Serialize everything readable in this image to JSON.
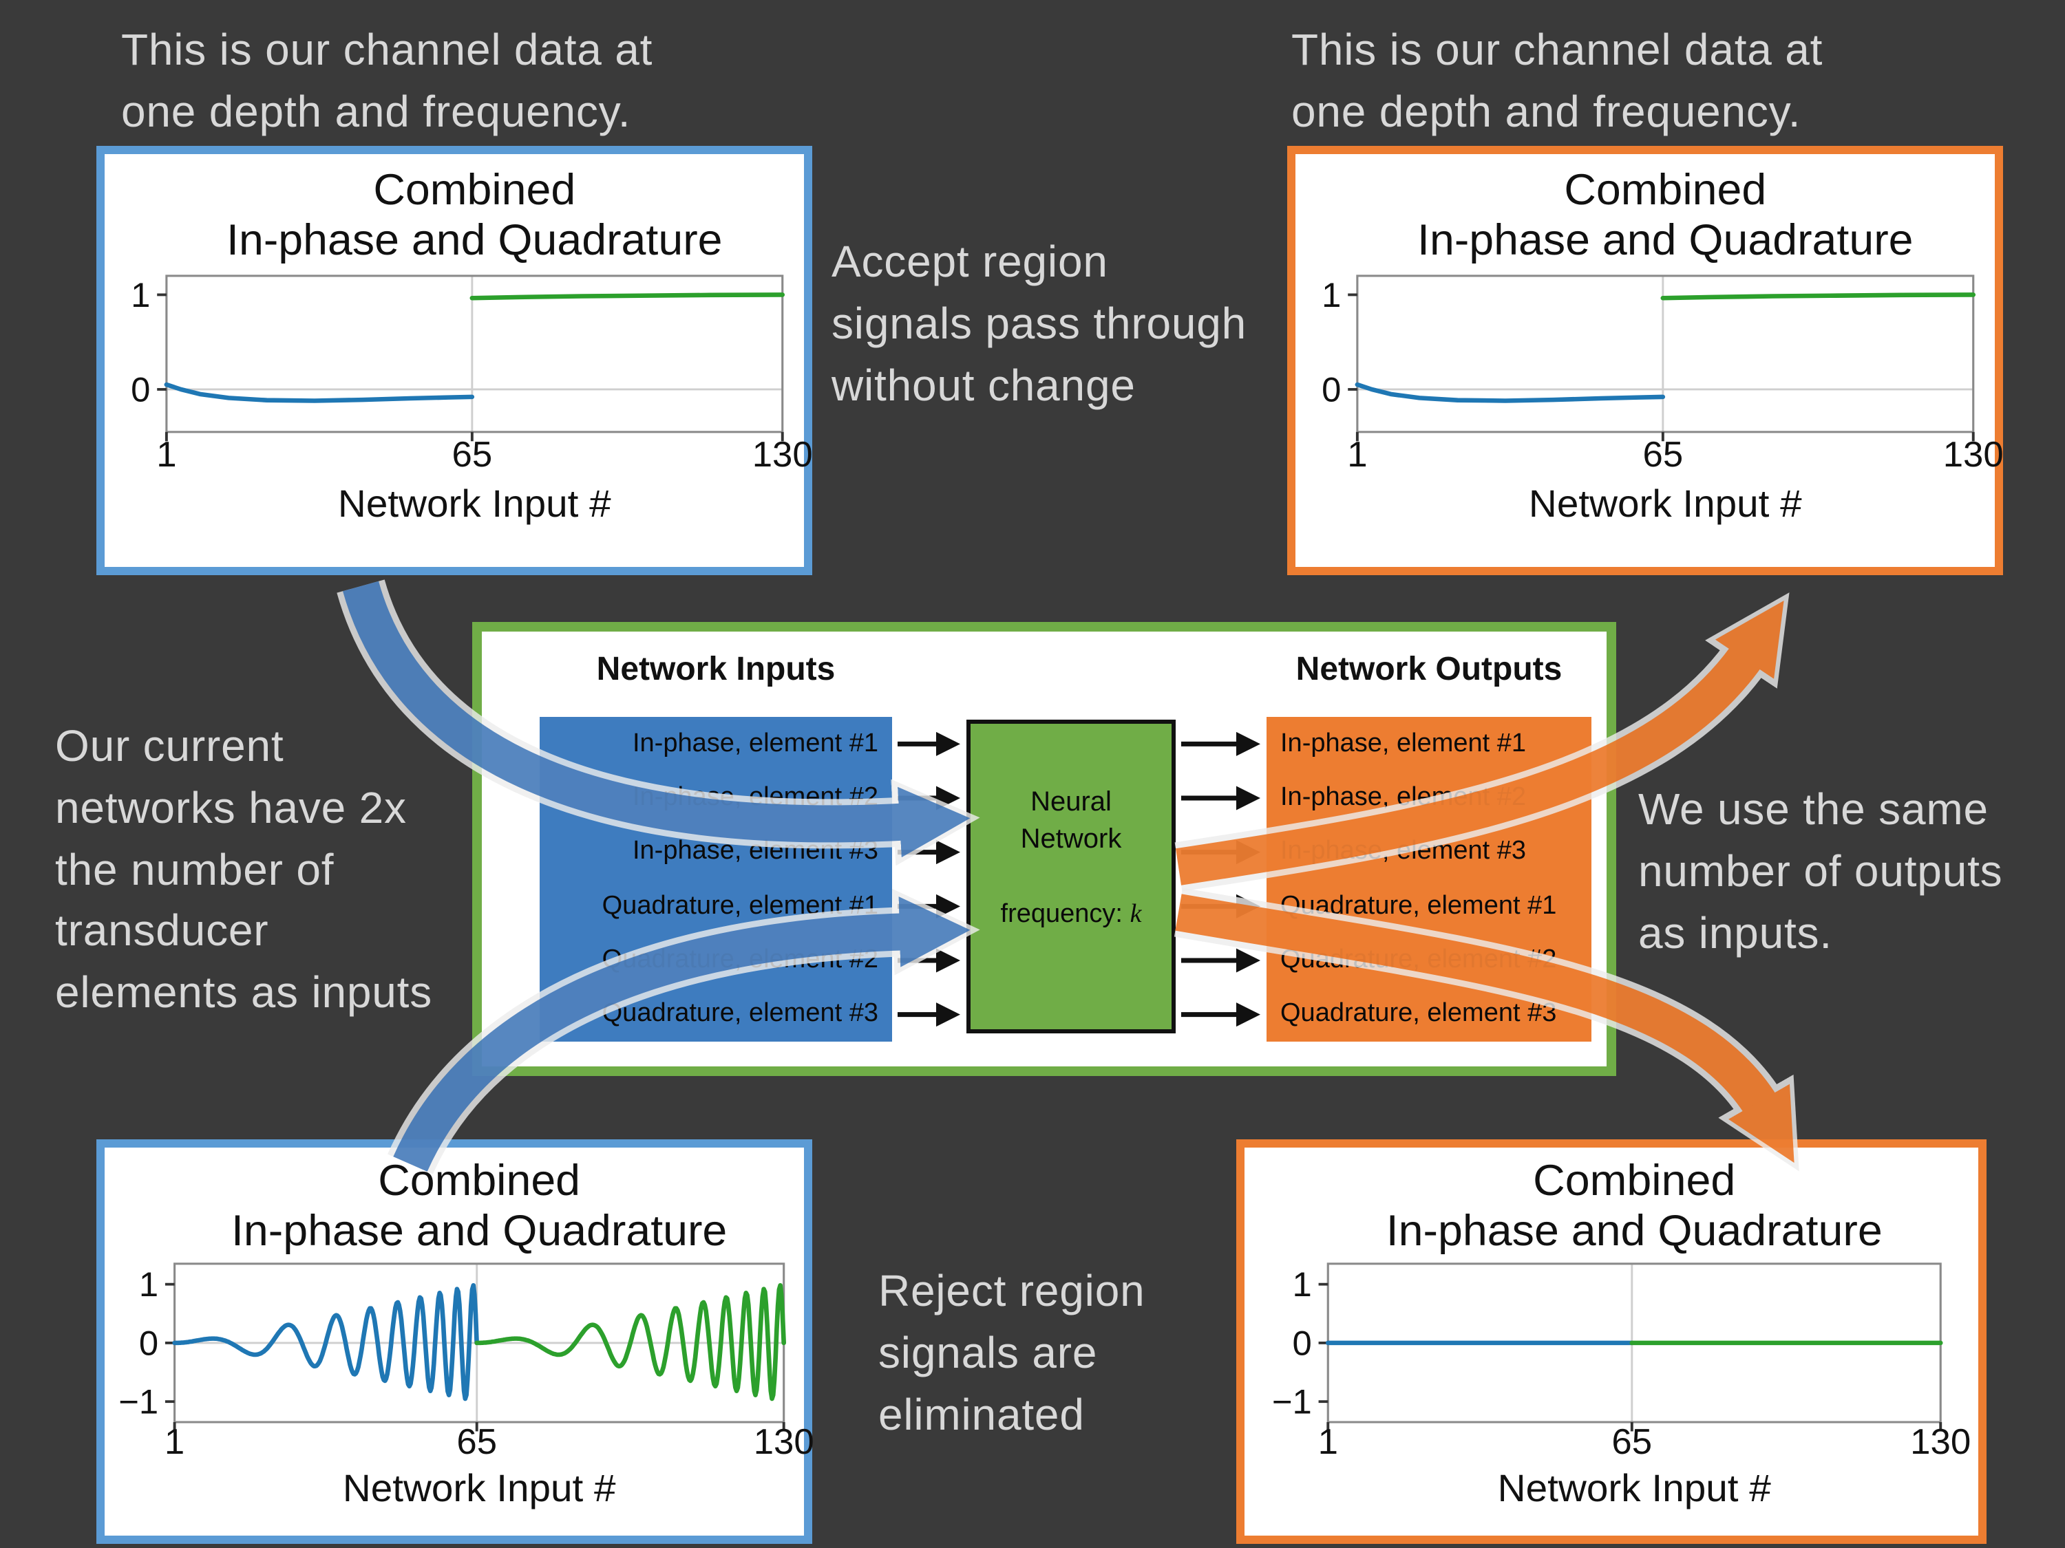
{
  "colors": {
    "background": "#3a3a3a",
    "caption_text": "#d8d8d8",
    "accent_blue": "#4f81bd",
    "accent_orange": "#ed7d31",
    "accent_green": "#70ad47",
    "inputs_box": "#3e7cbf",
    "outputs_box": "#ed7d31",
    "nn_box": "#70ad47",
    "io_arrow": "#111111",
    "swoosh_casing": "#ededed"
  },
  "captions": {
    "top_left": "This is our channel data at\none depth and frequency.",
    "top_right": "This is our channel data at\none depth and frequency.",
    "accept": "Accept region\nsignals pass through\nwithout change",
    "left": "Our current\nnetworks have 2x\nthe number of\ntransducer\nelements as inputs",
    "right": "We use the same\nnumber of outputs\nas inputs.",
    "reject": "Reject region\nsignals are\neliminated"
  },
  "network": {
    "inputs_label": "Network Inputs",
    "outputs_label": "Network Outputs",
    "node_label": "Neural\nNetwork",
    "frequency_label": "frequency:",
    "frequency_var": "k",
    "inputs": [
      "In-phase, element #1",
      "In-phase, element #2",
      "In-phase, element #3",
      "Quadrature, element #1",
      "Quadrature, element #2",
      "Quadrature, element #3"
    ],
    "outputs": [
      "In-phase, element #1",
      "In-phase, element #2",
      "In-phase, element #3",
      "Quadrature, element #1",
      "Quadrature, element #2",
      "Quadrature, element #3"
    ]
  },
  "chart_data": [
    {
      "id": "accept-region-input",
      "type": "line",
      "frame_color": "#5b9bd5",
      "title_lines": [
        "Combined",
        "In-phase and Quadrature"
      ],
      "xlabel": "Network Input #",
      "xlim": [
        1,
        130
      ],
      "ylim": [
        -0.45,
        1.2
      ],
      "xticks": [
        {
          "v": 1,
          "label": "1"
        },
        {
          "v": 65,
          "label": "65"
        },
        {
          "v": 130,
          "label": "130"
        }
      ],
      "yticks": [
        {
          "v": 1,
          "label": "1"
        },
        {
          "v": 0,
          "label": "0"
        }
      ],
      "grid_x": [
        65
      ],
      "grid_y": [
        0
      ],
      "series": [
        {
          "name": "in-phase",
          "color": "#1f77b4",
          "points": [
            [
              1,
              0.05
            ],
            [
              4,
              0
            ],
            [
              8,
              -0.05
            ],
            [
              14,
              -0.09
            ],
            [
              22,
              -0.115
            ],
            [
              32,
              -0.12
            ],
            [
              42,
              -0.11
            ],
            [
              52,
              -0.095
            ],
            [
              60,
              -0.085
            ],
            [
              65,
              -0.08
            ]
          ]
        },
        {
          "name": "quadrature",
          "color": "#2ca02c",
          "points": [
            [
              65,
              0.965
            ],
            [
              75,
              0.975
            ],
            [
              88,
              0.985
            ],
            [
              100,
              0.99
            ],
            [
              115,
              0.997
            ],
            [
              130,
              1.0
            ]
          ]
        }
      ]
    },
    {
      "id": "accept-region-output",
      "type": "line",
      "frame_color": "#ed7d31",
      "title_lines": [
        "Combined",
        "In-phase and Quadrature"
      ],
      "xlabel": "Network Input #",
      "xlim": [
        1,
        130
      ],
      "ylim": [
        -0.45,
        1.2
      ],
      "xticks": [
        {
          "v": 1,
          "label": "1"
        },
        {
          "v": 65,
          "label": "65"
        },
        {
          "v": 130,
          "label": "130"
        }
      ],
      "yticks": [
        {
          "v": 1,
          "label": "1"
        },
        {
          "v": 0,
          "label": "0"
        }
      ],
      "grid_x": [
        65
      ],
      "grid_y": [
        0
      ],
      "series": [
        {
          "name": "in-phase",
          "color": "#1f77b4",
          "points": [
            [
              1,
              0.05
            ],
            [
              4,
              0
            ],
            [
              8,
              -0.05
            ],
            [
              14,
              -0.09
            ],
            [
              22,
              -0.115
            ],
            [
              32,
              -0.12
            ],
            [
              42,
              -0.11
            ],
            [
              52,
              -0.095
            ],
            [
              60,
              -0.085
            ],
            [
              65,
              -0.08
            ]
          ]
        },
        {
          "name": "quadrature",
          "color": "#2ca02c",
          "points": [
            [
              65,
              0.965
            ],
            [
              75,
              0.975
            ],
            [
              88,
              0.985
            ],
            [
              100,
              0.99
            ],
            [
              115,
              0.997
            ],
            [
              130,
              1.0
            ]
          ]
        }
      ]
    },
    {
      "id": "reject-region-input",
      "type": "line",
      "frame_color": "#5b9bd5",
      "title_lines": [
        "Combined",
        "In-phase and Quadrature"
      ],
      "xlabel": "Network Input #",
      "xlim": [
        1,
        130
      ],
      "ylim": [
        -1.35,
        1.35
      ],
      "xticks": [
        {
          "v": 1,
          "label": "1"
        },
        {
          "v": 65,
          "label": "65"
        },
        {
          "v": 130,
          "label": "130"
        }
      ],
      "yticks": [
        {
          "v": 1,
          "label": "1"
        },
        {
          "v": 0,
          "label": "0"
        },
        {
          "v": -1,
          "label": "−1"
        }
      ],
      "grid_x": [
        65
      ],
      "grid_y": [
        0
      ],
      "series": [
        {
          "name": "in-phase",
          "color": "#1f77b4",
          "signal": {
            "kind": "chirp",
            "x_start": 1,
            "x_end": 65,
            "f0": 2.5,
            "f3": 6,
            "amp_power": 1.2,
            "peak": 1.0,
            "samples": 260
          }
        },
        {
          "name": "quadrature",
          "color": "#2ca02c",
          "signal": {
            "kind": "chirp",
            "x_start": 65,
            "x_end": 130,
            "f0": 2.5,
            "f3": 6,
            "amp_power": 1.2,
            "peak": 1.0,
            "samples": 260
          }
        }
      ]
    },
    {
      "id": "reject-region-output",
      "type": "line",
      "frame_color": "#ed7d31",
      "title_lines": [
        "Combined",
        "In-phase and Quadrature"
      ],
      "xlabel": "Network Input #",
      "xlim": [
        1,
        130
      ],
      "ylim": [
        -1.35,
        1.35
      ],
      "xticks": [
        {
          "v": 1,
          "label": "1"
        },
        {
          "v": 65,
          "label": "65"
        },
        {
          "v": 130,
          "label": "130"
        }
      ],
      "yticks": [
        {
          "v": 1,
          "label": "1"
        },
        {
          "v": 0,
          "label": "0"
        },
        {
          "v": -1,
          "label": "−1"
        }
      ],
      "grid_x": [
        65
      ],
      "grid_y": [
        0
      ],
      "series": [
        {
          "name": "in-phase",
          "color": "#1f77b4",
          "points": [
            [
              1,
              0
            ],
            [
              65,
              0
            ]
          ]
        },
        {
          "name": "quadrature",
          "color": "#2ca02c",
          "points": [
            [
              65,
              0
            ],
            [
              130,
              0
            ]
          ]
        }
      ]
    }
  ]
}
